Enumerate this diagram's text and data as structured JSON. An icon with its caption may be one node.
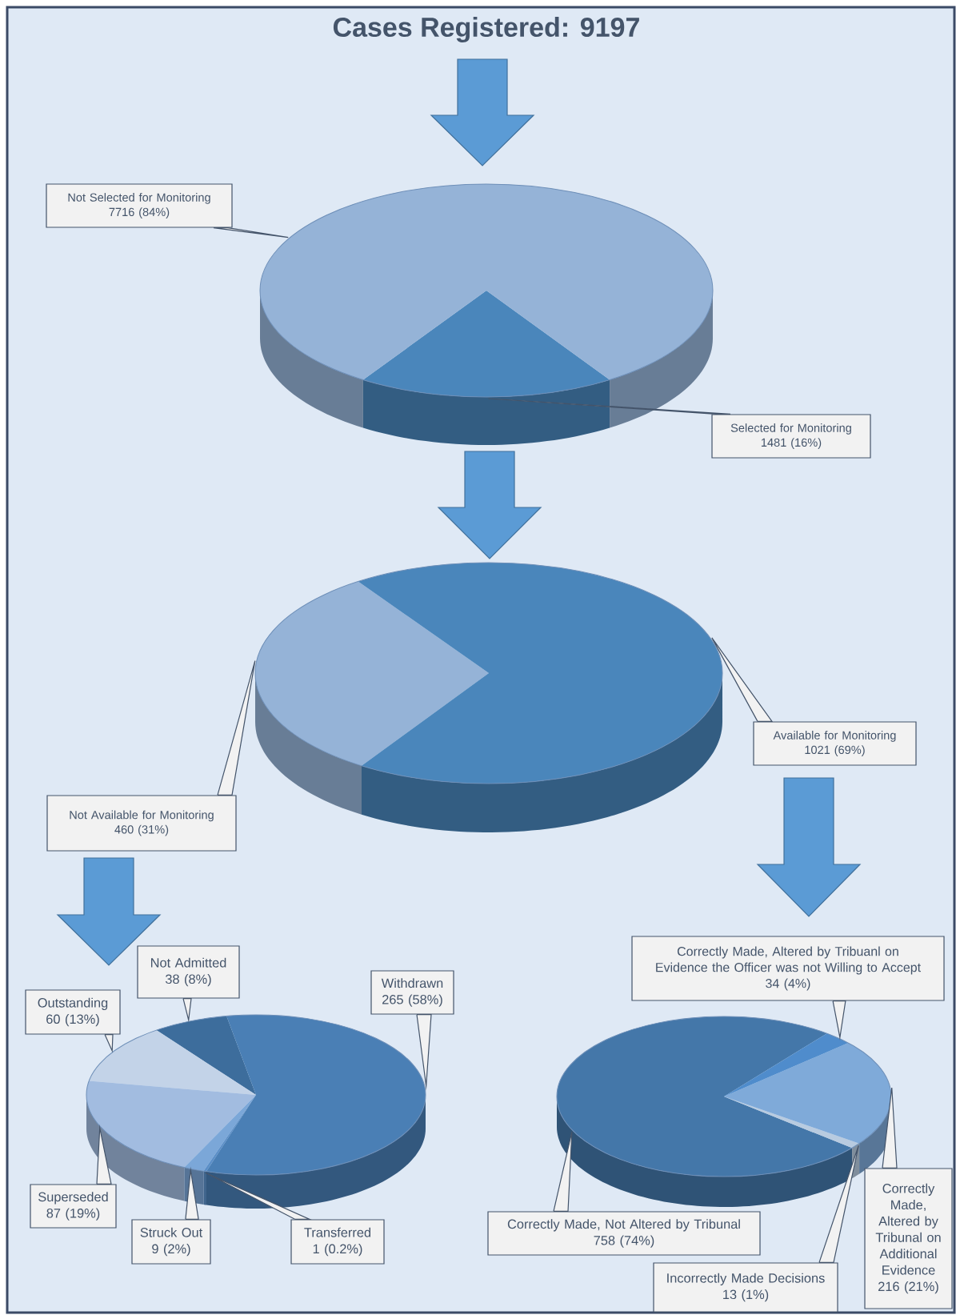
{
  "diagram": {
    "title": "Cases Registered: 9197",
    "nodes": [
      {
        "text": [],
        "shape": "pie"
      },
      {
        "text": [
          "Not Selected for Monitoring",
          "7716 (84%)"
        ]
      },
      {
        "text": [
          "Selected for Monitoring",
          "1481 (16%)"
        ]
      },
      {
        "text": [],
        "shape": "pie"
      },
      {
        "text": [
          "Available for Monitoring",
          "1021 (69%)"
        ]
      },
      {
        "text": [
          "Not Available for Monitoring",
          "460 (31%)"
        ]
      },
      {
        "text": [],
        "shape": "pie"
      },
      {
        "text": [],
        "shape": "pie"
      },
      {
        "text": [
          "Not Admitted",
          "38 (8%)"
        ]
      },
      {
        "text": [
          "Withdrawn",
          "265 (58%)"
        ]
      },
      {
        "text": [
          "Outstanding",
          "60 (13%)"
        ]
      },
      {
        "text": [
          "Superseded",
          "87 (19%)"
        ]
      },
      {
        "text": [
          "Struck Out",
          "9 (2%)"
        ]
      },
      {
        "text": [
          "Transferred",
          "1 (0.2%)"
        ]
      },
      {
        "text": [
          "Correctly Made, Altered by Tribuanl on Evidence the Officer was not Willing to Accept",
          "34 (4%)"
        ]
      },
      {
        "text": [
          "Correctly Made, Not Altered by Tribunal",
          "758 (74%)"
        ]
      },
      {
        "text": [
          "Incorrectly Made Decisions",
          "13 (1%)"
        ]
      },
      {
        "text": [
          "Correctly Made, Altered by Tribunal on Additional Evidence",
          "216 (21%)"
        ]
      }
    ],
    "edges": [
      {
        "from": null,
        "to": 0,
        "arrow": "to",
        "style": "thick"
      },
      {
        "from": 1,
        "to": 0,
        "arrow": "none"
      },
      {
        "from": 2,
        "to": 0,
        "arrow": "none"
      },
      {
        "from": 0,
        "to": 3,
        "arrow": "to",
        "style": "thick"
      },
      {
        "from": 4,
        "to": 3,
        "arrow": "none"
      },
      {
        "from": 5,
        "to": 3,
        "arrow": "none"
      },
      {
        "from": 5,
        "to": 6,
        "arrow": "to",
        "style": "thick"
      },
      {
        "from": 4,
        "to": 7,
        "arrow": "to",
        "style": "thick"
      },
      {
        "from": 8,
        "to": 6,
        "arrow": "none"
      },
      {
        "from": 9,
        "to": 6,
        "arrow": "none"
      },
      {
        "from": 10,
        "to": 6,
        "arrow": "none"
      },
      {
        "from": 11,
        "to": 6,
        "arrow": "none"
      },
      {
        "from": 12,
        "to": 6,
        "arrow": "none"
      },
      {
        "from": 13,
        "to": 6,
        "arrow": "none"
      },
      {
        "from": 14,
        "to": 7,
        "arrow": "none"
      },
      {
        "from": 15,
        "to": 7,
        "arrow": "none"
      },
      {
        "from": 16,
        "to": 7,
        "arrow": "none"
      },
      {
        "from": 17,
        "to": 7,
        "arrow": "none"
      }
    ]
  }
}
